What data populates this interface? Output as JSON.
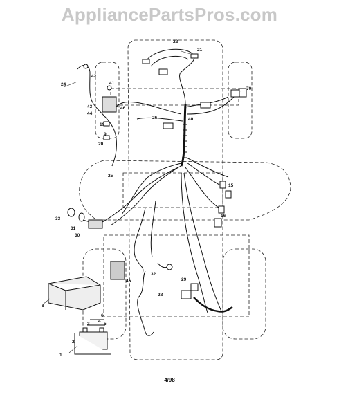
{
  "watermark": "AppliancePartsPros.com",
  "page_number": "4/98",
  "callouts": [
    "1",
    "2",
    "3",
    "4",
    "5",
    "6",
    "8",
    "9",
    "15",
    "16",
    "19",
    "20",
    "21",
    "22",
    "24",
    "25",
    "26",
    "28",
    "29",
    "30",
    "31",
    "32",
    "33",
    "40",
    "41",
    "42",
    "43",
    "44",
    "45",
    "46",
    "70"
  ]
}
